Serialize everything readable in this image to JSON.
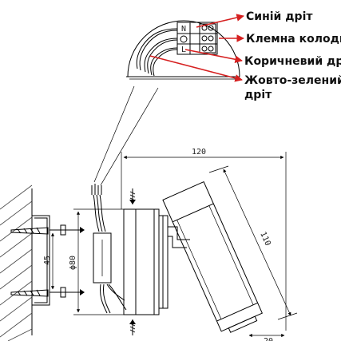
{
  "callouts": {
    "blue_wire": "Синій дріт",
    "terminal_block": "Клемна колодка",
    "brown_wire": "Коричневий дріт",
    "yellow_green_wire_line1": "Жовто-зелений",
    "yellow_green_wire_line2": "дріт"
  },
  "terminal_marks": {
    "n": "N",
    "l": "L"
  },
  "dimensions": {
    "width": "120",
    "length": "110",
    "diameter": "ϕ80",
    "mount_spacing": "45",
    "tube_diameter": "20"
  },
  "colors": {
    "callout_arrow": "#d62020",
    "drawing": "#000000",
    "hatch": "#444444"
  }
}
